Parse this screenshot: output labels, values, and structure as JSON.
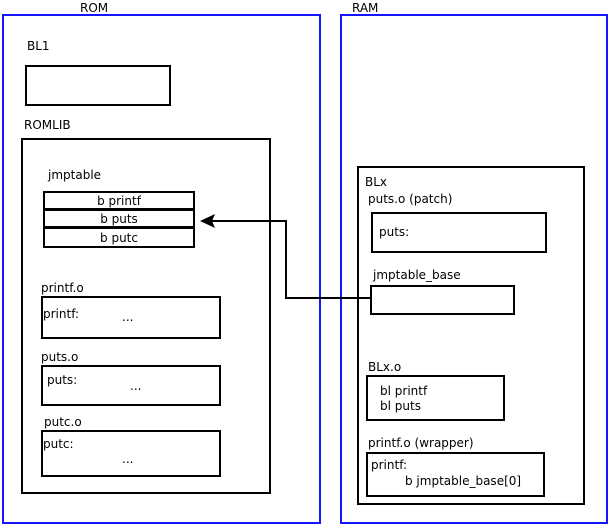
{
  "regions": {
    "rom": {
      "title": "ROM"
    },
    "ram": {
      "title": "RAM"
    }
  },
  "rom": {
    "bl1": {
      "label": "BL1"
    },
    "romlib": {
      "label": "ROMLIB",
      "jmptable": {
        "label": "jmptable",
        "entries": [
          {
            "text": "b printf"
          },
          {
            "text": "b puts"
          },
          {
            "text": "b putc"
          }
        ]
      },
      "objects": [
        {
          "label": "printf.o",
          "symbol": "printf:",
          "body": "..."
        },
        {
          "label": "puts.o",
          "symbol": "puts:",
          "body": "..."
        },
        {
          "label": "putc.o",
          "symbol": "putc:",
          "body": "..."
        }
      ]
    }
  },
  "ram": {
    "blx": {
      "label": "BLx",
      "puts_patch": {
        "label": "puts.o (patch)",
        "symbol": "puts:"
      },
      "jmptable_base": {
        "label": "jmptable_base",
        "content": ""
      },
      "blx_o": {
        "label": "BLx.o",
        "line1": "bl printf",
        "line2": "bl puts"
      },
      "printf_wrapper": {
        "label": "printf.o (wrapper)",
        "symbol": "printf:",
        "instruction": "b jmptable_base[0]"
      }
    }
  },
  "colors": {
    "region_border": "#1414ff",
    "box_border": "#000000",
    "background": "#ffffff",
    "text": "#000000"
  }
}
